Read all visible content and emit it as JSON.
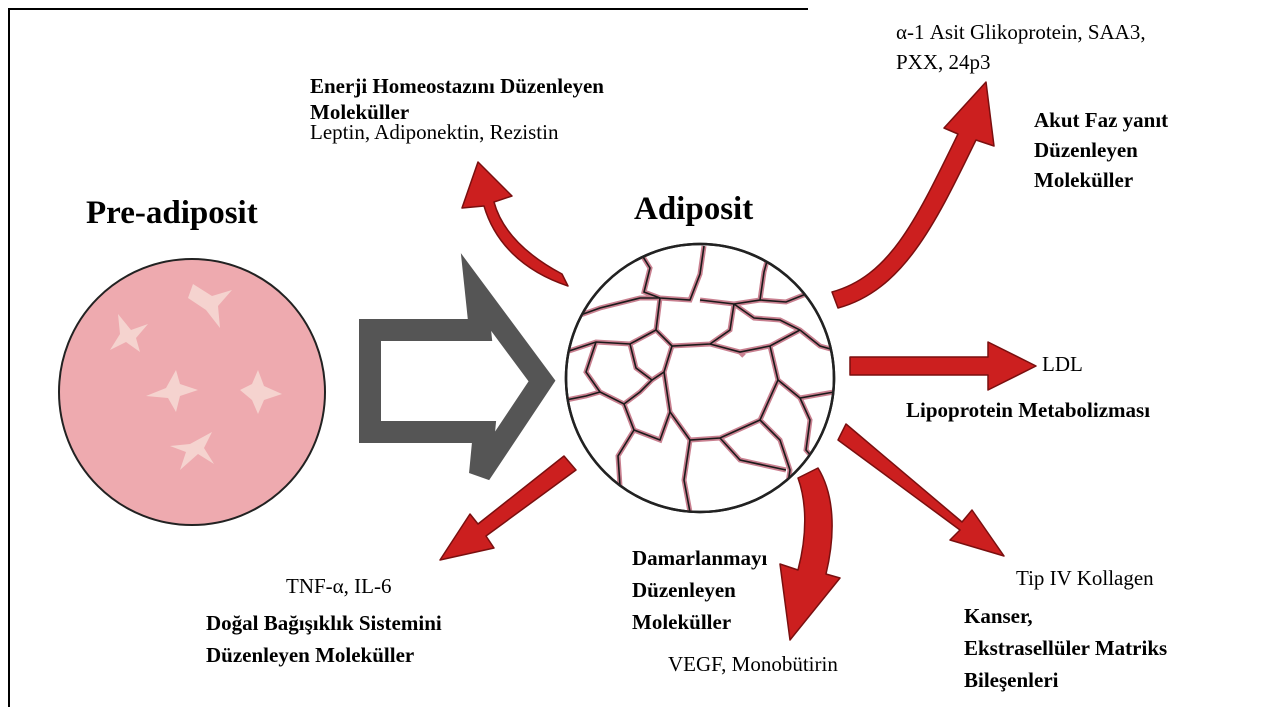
{
  "titles": {
    "preadipocyte": "Pre-adiposit",
    "adipocyte": "Adiposit"
  },
  "energy": {
    "heading_line1": "Enerji Homeostazını Düzenleyen",
    "heading_line2": "Moleküller",
    "molecules": "Leptin, Adiponektin, Rezistin"
  },
  "acute": {
    "molecules_line1": "α-1 Asit Glikoprotein, SAA3,",
    "molecules_line2": "PXX, 24p3",
    "heading_line1": "Akut Faz yanıt",
    "heading_line2": "Düzenleyen",
    "heading_line3": "Moleküller"
  },
  "lipoprotein": {
    "molecule": "LDL",
    "heading": "Lipoprotein Metabolizması"
  },
  "immune": {
    "molecules": "TNF-α, IL-6",
    "heading_line1": "Doğal Bağışıklık Sistemini",
    "heading_line2": "Düzenleyen Moleküller"
  },
  "vascular": {
    "heading_line1": "Damarlanmayı",
    "heading_line2": "Düzenleyen",
    "heading_line3": "Moleküller",
    "molecules": "VEGF, Monobütirin"
  },
  "matrix": {
    "molecule": "Tip IV Kollagen",
    "heading_line1": "Kanser,",
    "heading_line2": "Ekstrasellüler Matriks",
    "heading_line3": "Bileşenleri"
  },
  "colors": {
    "arrow_red": "#cc1f1f",
    "arrow_outline": "#7a0f0f",
    "preadipocyte_fill": "#eeaaaf",
    "preadipocyte_cell": "#f5d3cf",
    "adipocyte_membrane": "#c98090",
    "transition_arrow": "#555555"
  }
}
